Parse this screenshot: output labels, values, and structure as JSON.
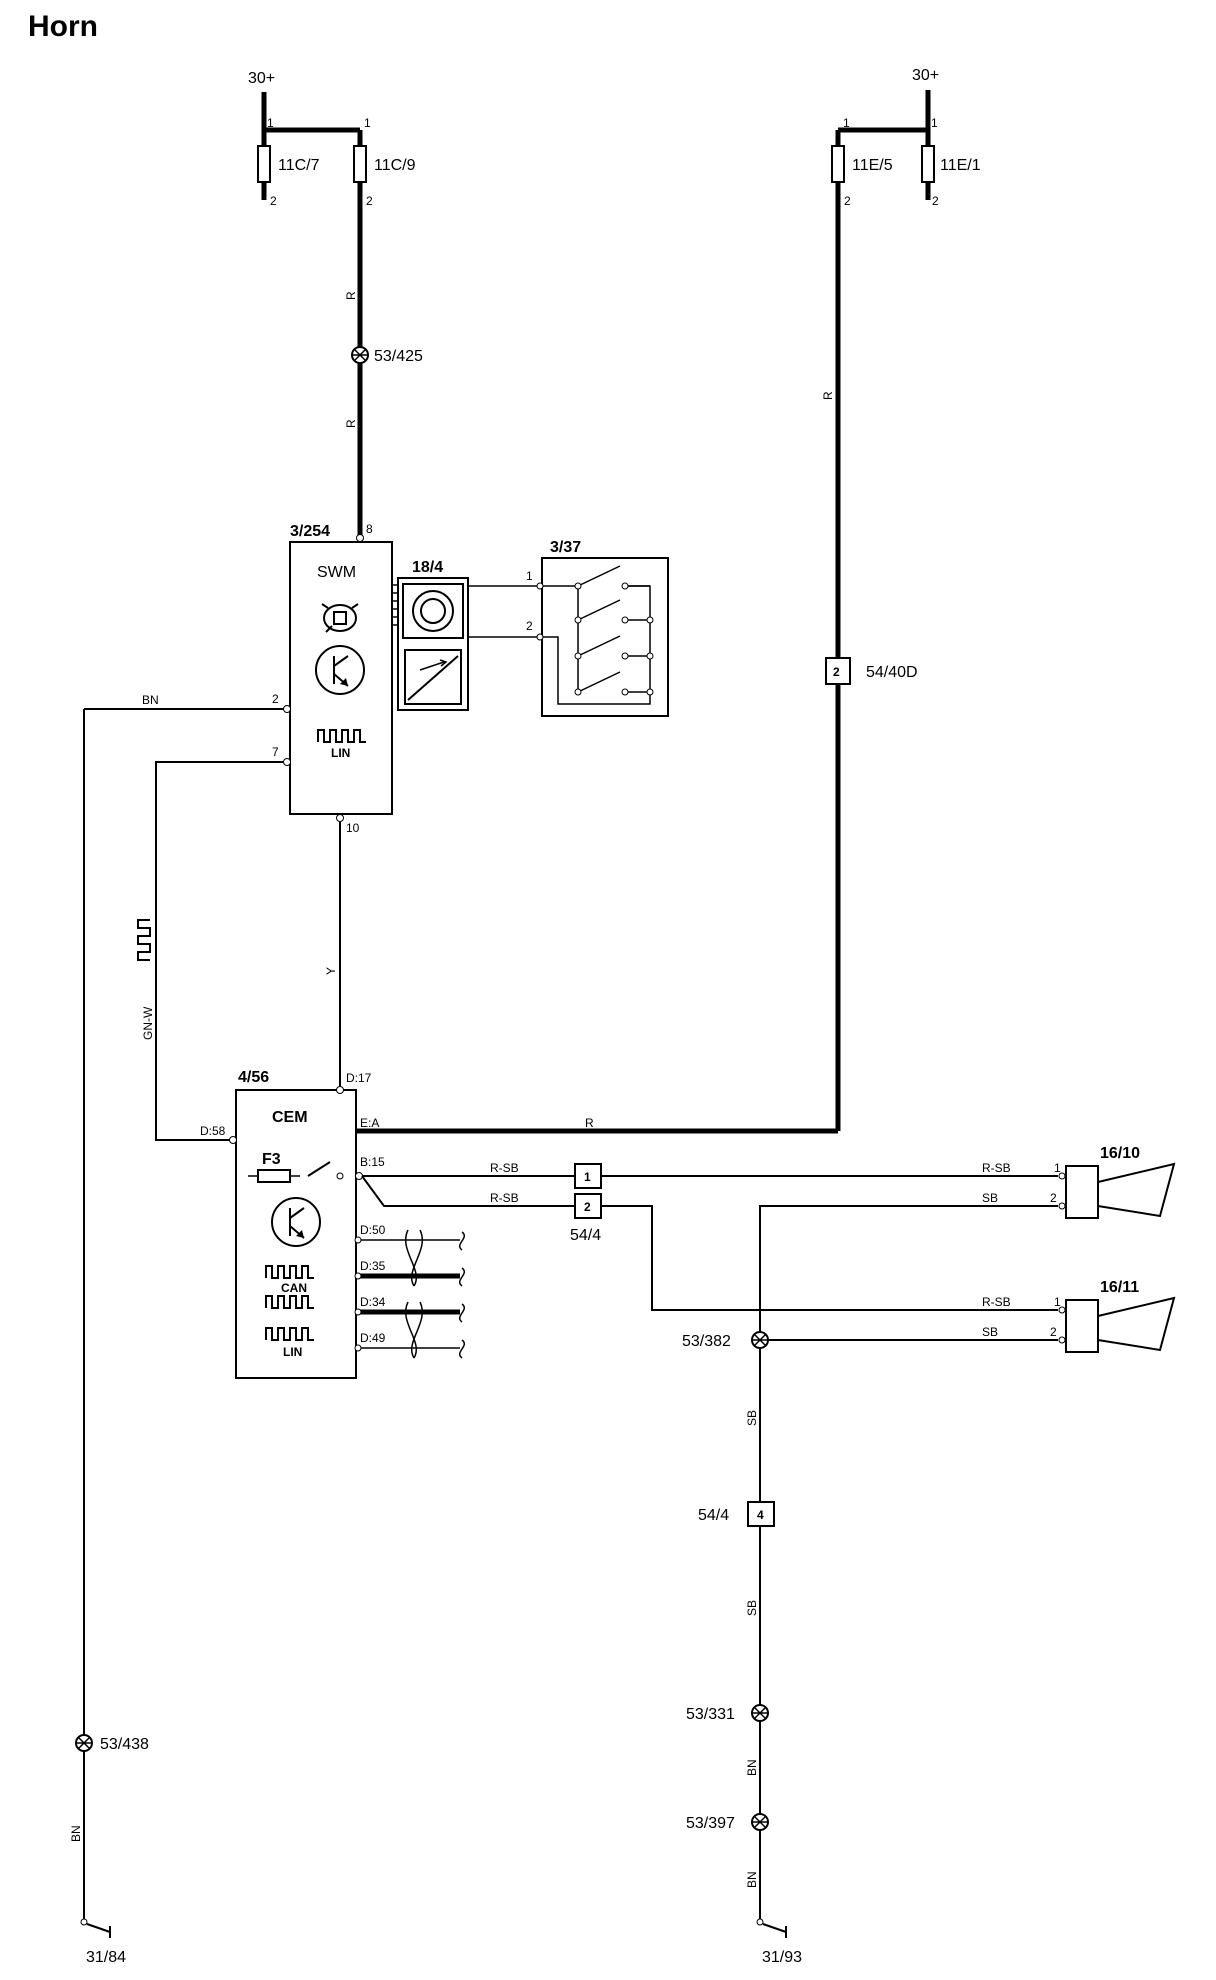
{
  "title": "Horn",
  "supply": {
    "left": "30+",
    "right": "30+"
  },
  "fuses": {
    "f11c7": "11C/7",
    "f11c9": "11C/9",
    "f11e5": "11E/5",
    "f11e1": "11E/1"
  },
  "splices": {
    "s53_425": "53/425",
    "s53_382": "53/382",
    "s53_331": "53/331",
    "s53_397": "53/397",
    "s53_438": "53/438"
  },
  "connectors": {
    "c54_40d": "54/40D",
    "c54_40d_pin": "2",
    "c54_4": "54/4",
    "c54_4_pin1": "1",
    "c54_4_pin2": "2",
    "c54_4b": "54/4",
    "c54_4b_pin": "4"
  },
  "modules": {
    "swm_id": "3/254",
    "swm_name": "SWM",
    "swm_lin": "LIN",
    "switch_id": "18/4",
    "horn_switch_id": "3/37",
    "cem_id": "4/56",
    "cem_name": "CEM",
    "cem_fuse": "F3",
    "cem_can": "CAN",
    "cem_lin": "LIN"
  },
  "horns": {
    "h1": "16/10",
    "h2": "16/11"
  },
  "grounds": {
    "g1": "31/84",
    "g2": "31/93"
  },
  "wire_colors": {
    "r": "R",
    "bn": "BN",
    "gnw": "GN-W",
    "y": "Y",
    "rsb": "R-SB",
    "sb": "SB"
  },
  "pins": {
    "one": "1",
    "two": "2",
    "seven": "7",
    "eight": "8",
    "ten": "10",
    "d17": "D:17",
    "d58": "D:58",
    "ea": "E:A",
    "b15": "B:15",
    "d50": "D:50",
    "d35": "D:35",
    "d34": "D:34",
    "d49": "D:49"
  }
}
